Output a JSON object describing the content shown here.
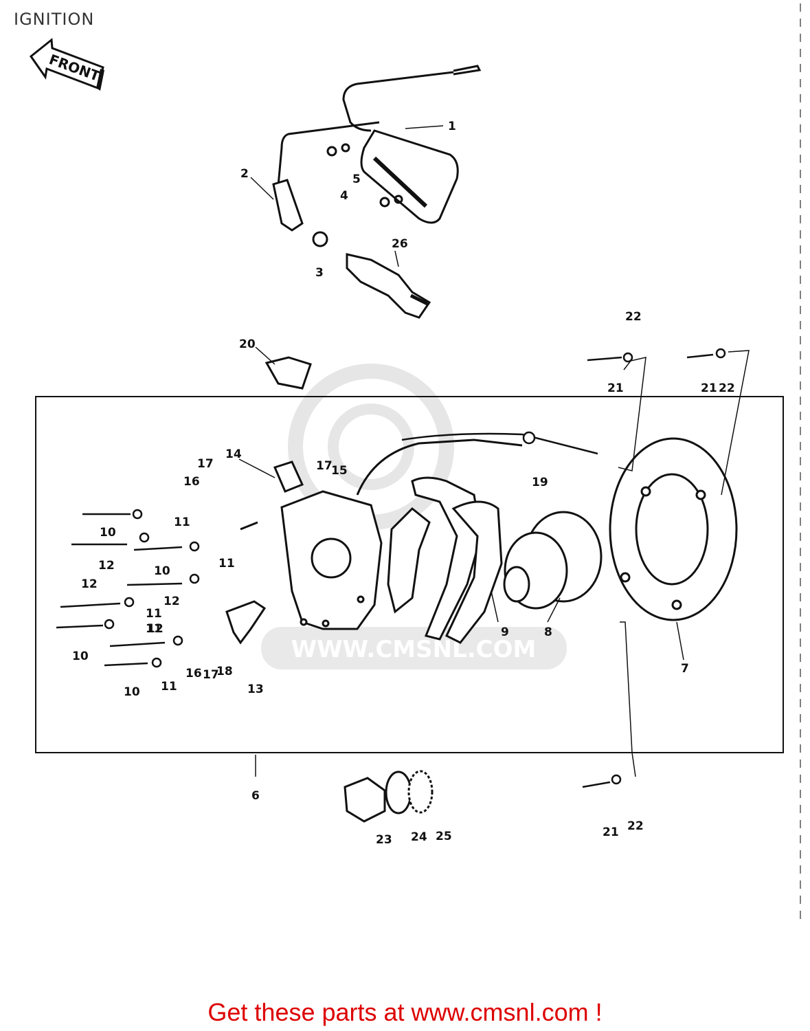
{
  "header": {
    "title": "IGNITION"
  },
  "front_arrow": {
    "label": "FRONT"
  },
  "watermark": {
    "text": "WWW.CMSNL.COM"
  },
  "callouts": [
    "1",
    "2",
    "3",
    "4",
    "5",
    "26",
    "20",
    "22",
    "21",
    "21",
    "22",
    "14",
    "17",
    "16",
    "17",
    "15",
    "19",
    "11",
    "10",
    "12",
    "10",
    "11",
    "12",
    "11",
    "12",
    "11",
    "12",
    "10",
    "16",
    "17",
    "18",
    "13",
    "10",
    "11",
    "9",
    "8",
    "7",
    "6",
    "23",
    "24",
    "25",
    "21",
    "22"
  ],
  "footer": {
    "link_text": "Get these parts at www.cmsnl.com !",
    "link_color": "#dd0000"
  }
}
